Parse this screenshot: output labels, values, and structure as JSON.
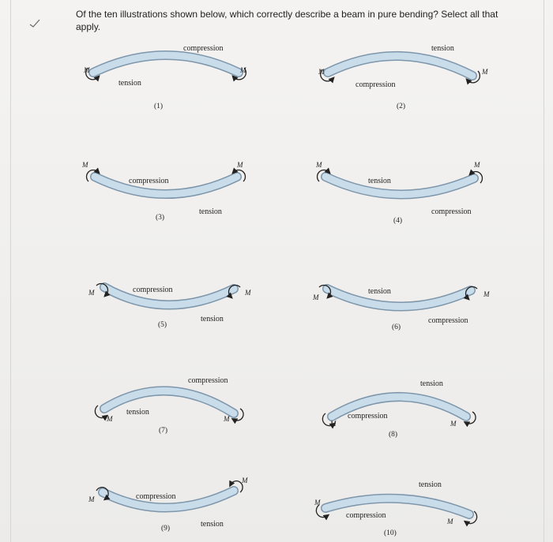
{
  "question": "Of the ten illustrations shown below, which correctly describe a beam in pure bending? Select all that apply.",
  "moment_symbol": "M",
  "labels": {
    "tension": "tension",
    "compression": "compression"
  },
  "figures": [
    {
      "num": "(1)",
      "top": "compression",
      "bottom": "tension"
    },
    {
      "num": "(2)",
      "top": "tension",
      "bottom": "compression"
    },
    {
      "num": "(3)",
      "top": "compression",
      "bottom": "tension"
    },
    {
      "num": "(4)",
      "top": "tension",
      "bottom": "compression"
    },
    {
      "num": "(5)",
      "top": "compression",
      "bottom": "tension"
    },
    {
      "num": "(6)",
      "top": "tension",
      "bottom": "compression"
    },
    {
      "num": "(7)",
      "top": "compression",
      "bottom": "tension"
    },
    {
      "num": "(8)",
      "top": "tension",
      "bottom": "compression"
    },
    {
      "num": "(9)",
      "top": "compression",
      "bottom": "tension"
    },
    {
      "num": "(10)",
      "top": "tension",
      "bottom": "compression"
    }
  ],
  "colors": {
    "beam_fill": "#c9dcea",
    "beam_edge": "#7d96ab",
    "ink": "#222222"
  }
}
